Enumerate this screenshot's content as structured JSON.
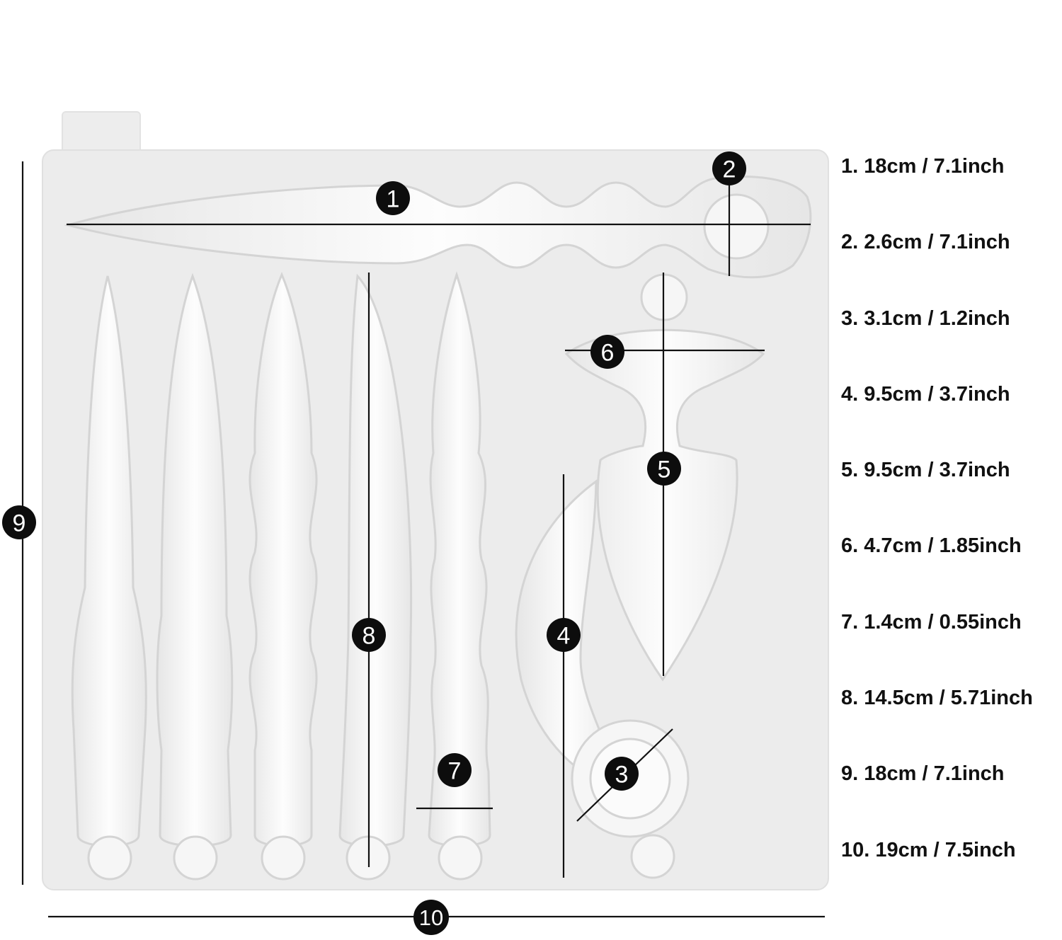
{
  "markers": [
    {
      "id": "1",
      "label": "1"
    },
    {
      "id": "2",
      "label": "2"
    },
    {
      "id": "3",
      "label": "3"
    },
    {
      "id": "4",
      "label": "4"
    },
    {
      "id": "5",
      "label": "5"
    },
    {
      "id": "6",
      "label": "6"
    },
    {
      "id": "7",
      "label": "7"
    },
    {
      "id": "8",
      "label": "8"
    },
    {
      "id": "9",
      "label": "9"
    },
    {
      "id": "10",
      "label": "10"
    }
  ],
  "specs": [
    {
      "text": "1. 18cm / 7.1inch"
    },
    {
      "text": "2. 2.6cm / 7.1inch"
    },
    {
      "text": "3. 3.1cm / 1.2inch"
    },
    {
      "text": "4. 9.5cm / 3.7inch"
    },
    {
      "text": "5. 9.5cm / 3.7inch"
    },
    {
      "text": "6. 4.7cm / 1.85inch"
    },
    {
      "text": "7. 1.4cm / 0.55inch"
    },
    {
      "text": "8. 14.5cm / 5.71inch"
    },
    {
      "text": "9. 18cm / 7.1inch"
    },
    {
      "text": "10. 19cm / 7.5inch"
    }
  ],
  "colors": {
    "mold": "#ececec",
    "mold_edge": "#e0e0e0",
    "cavity": "#fafafa",
    "cavity_edge": "#d4d4d4",
    "line": "#111111",
    "marker_fill": "#0d0d0d",
    "marker_text": "#ffffff"
  }
}
